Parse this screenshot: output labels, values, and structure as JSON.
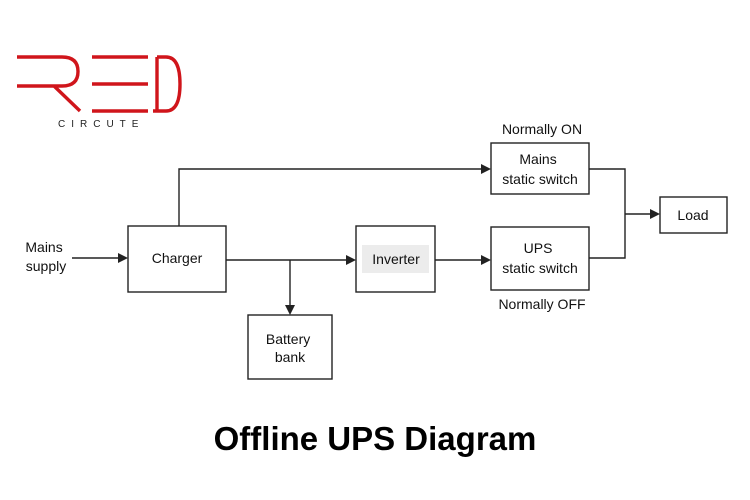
{
  "logo": {
    "text": "RED",
    "subtext": "CIRCUTE",
    "color": "#d0151b"
  },
  "diagram": {
    "inputs": {
      "mains_supply": [
        "Mains",
        "supply"
      ]
    },
    "blocks": {
      "charger": [
        "Charger"
      ],
      "inverter": [
        "Inverter"
      ],
      "battery_bank": [
        "Battery",
        "bank"
      ],
      "mains_static_switch": [
        "Mains",
        "static switch"
      ],
      "ups_static_switch": [
        "UPS",
        "static switch"
      ],
      "load": [
        "Load"
      ]
    },
    "annotations": {
      "normally_on": "Normally ON",
      "normally_off": "Normally OFF"
    },
    "connections": [
      [
        "mains_supply",
        "charger"
      ],
      [
        "charger",
        "mains_static_switch"
      ],
      [
        "charger",
        "inverter"
      ],
      [
        "charger",
        "battery_bank"
      ],
      [
        "inverter",
        "ups_static_switch"
      ],
      [
        "mains_static_switch",
        "load"
      ],
      [
        "ups_static_switch",
        "load"
      ]
    ]
  },
  "title": "Offline UPS Diagram"
}
